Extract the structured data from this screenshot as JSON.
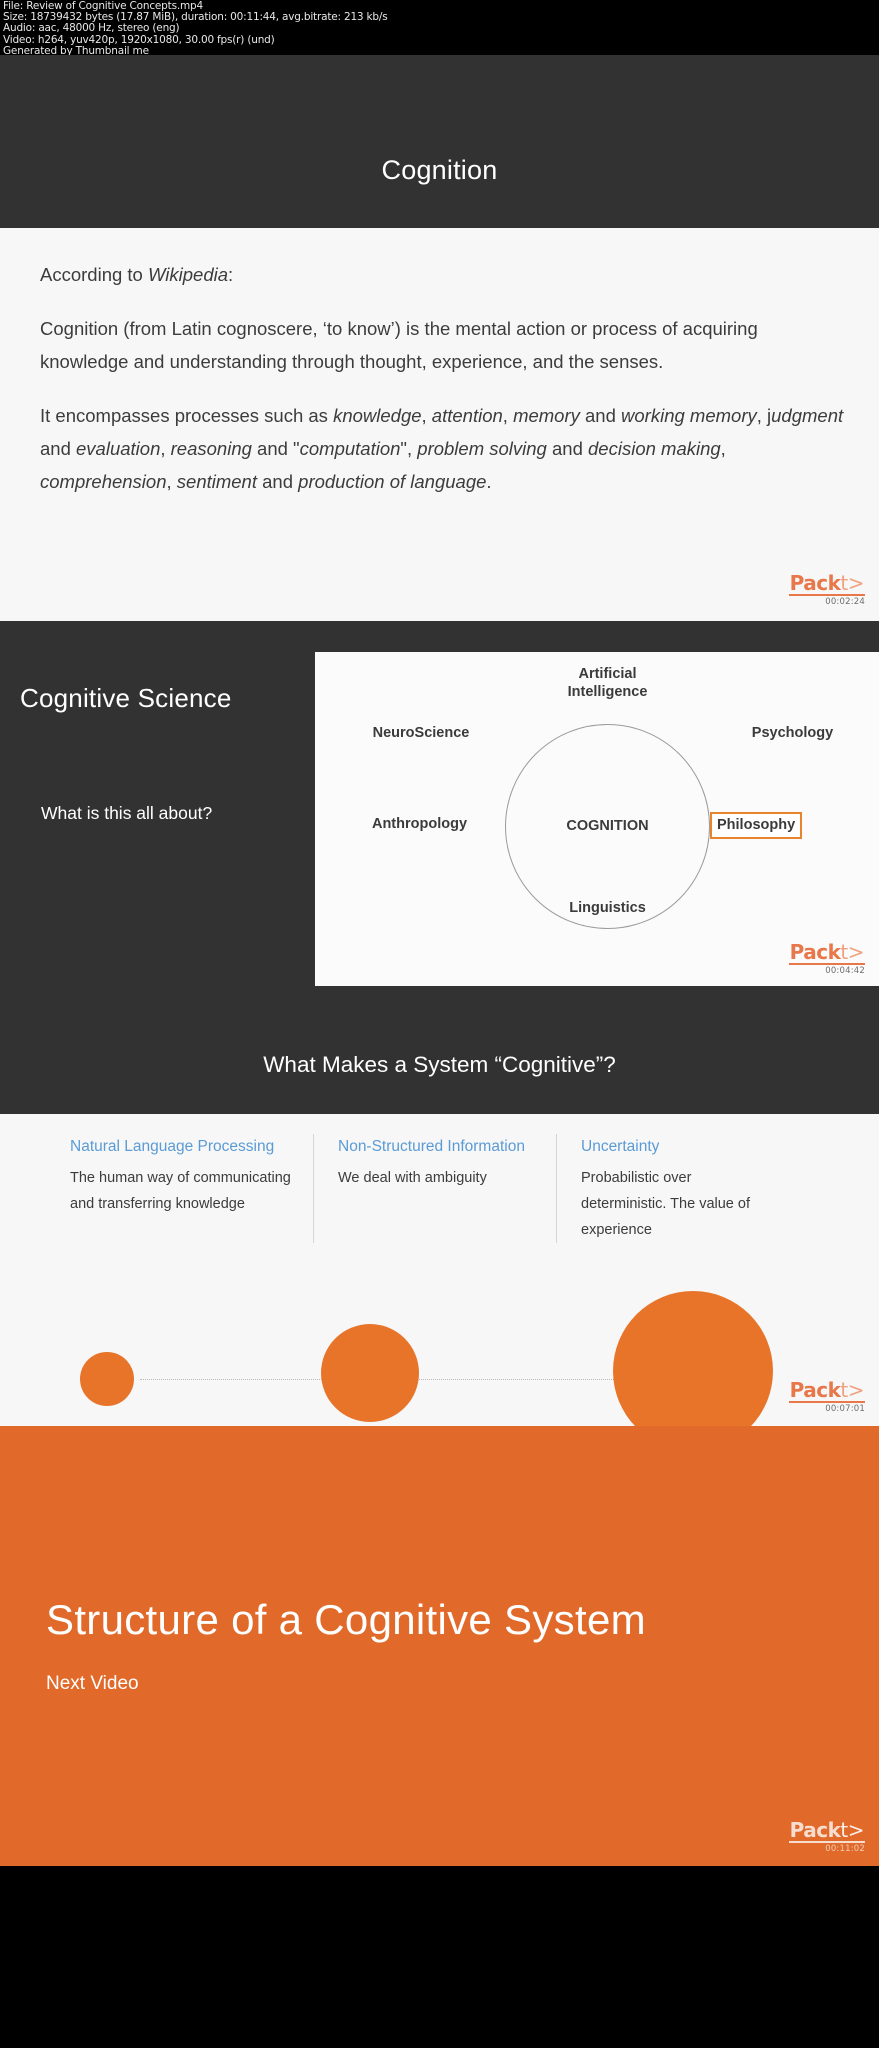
{
  "meta": {
    "lines": [
      "File: Review of Cognitive Concepts.mp4",
      "Size: 18739432 bytes (17.87 MiB), duration: 00:11:44, avg.bitrate: 213 kb/s",
      "Audio: aac, 48000 Hz, stereo (eng)",
      "Video: h264, yuv420p, 1920x1080, 30.00 fps(r) (und)",
      "Generated by Thumbnail me"
    ]
  },
  "brand": {
    "name": "Packt",
    "mark_main": "Pack",
    "mark_tail": "t>",
    "accent": "#e8742a",
    "dark_bg": "#333232",
    "light_bg": "#f7f7f7",
    "blue": "#5b9bd5"
  },
  "slides": [
    {
      "id": "cognition",
      "title": "Cognition",
      "paragraphs": [
        {
          "runs": [
            {
              "t": "According to ",
              "i": false
            },
            {
              "t": "Wikipedia",
              "i": true
            },
            {
              "t": ":",
              "i": false
            }
          ]
        },
        {
          "runs": [
            {
              "t": "Cognition (from Latin cognoscere, ‘to know’) is the mental action or process of acquiring knowledge and understanding through thought, experience, and the senses.",
              "i": false
            }
          ]
        },
        {
          "runs": [
            {
              "t": "It encompasses processes such as ",
              "i": false
            },
            {
              "t": "knowledge",
              "i": true
            },
            {
              "t": ", ",
              "i": false
            },
            {
              "t": "attention",
              "i": true
            },
            {
              "t": ", ",
              "i": false
            },
            {
              "t": "memory",
              "i": true
            },
            {
              "t": " and ",
              "i": false
            },
            {
              "t": "working memory",
              "i": true
            },
            {
              "t": ", j",
              "i": false
            },
            {
              "t": "udgment",
              "i": true
            },
            {
              "t": " and ",
              "i": false
            },
            {
              "t": "evaluation",
              "i": true
            },
            {
              "t": ", ",
              "i": false
            },
            {
              "t": "reasoning",
              "i": true
            },
            {
              "t": " and \"",
              "i": false
            },
            {
              "t": "computation",
              "i": true
            },
            {
              "t": "\", ",
              "i": false
            },
            {
              "t": "problem solving",
              "i": true
            },
            {
              "t": " and ",
              "i": false
            },
            {
              "t": "decision making",
              "i": true
            },
            {
              "t": ", ",
              "i": false
            },
            {
              "t": "comprehension",
              "i": true
            },
            {
              "t": ", ",
              "i": false
            },
            {
              "t": "sentiment",
              "i": true
            },
            {
              "t": " and ",
              "i": false
            },
            {
              "t": "production of language",
              "i": true
            },
            {
              "t": ".",
              "i": false
            }
          ]
        }
      ],
      "timestamp": "00:02:24"
    },
    {
      "id": "cognitive-science",
      "title": "Cognitive Science",
      "subtitle": "What is this all about?",
      "diagram": {
        "center": "COGNITION",
        "nodes": [
          {
            "key": "artificial-intelligence",
            "label": "Artificial\nIntelligence",
            "highlighted": false
          },
          {
            "key": "neuroscience",
            "label": "NeuroScience",
            "highlighted": false
          },
          {
            "key": "psychology",
            "label": "Psychology",
            "highlighted": false
          },
          {
            "key": "anthropology",
            "label": "Anthropology",
            "highlighted": false
          },
          {
            "key": "philosophy",
            "label": "Philosophy",
            "highlighted": true
          },
          {
            "key": "linguistics",
            "label": "Linguistics",
            "highlighted": false
          }
        ]
      },
      "timestamp": "00:04:42"
    },
    {
      "id": "what-makes-cognitive",
      "title": "What Makes a System “Cognitive”?",
      "columns": [
        {
          "heading": "Natural Language Processing",
          "body": "The human way of communicating and transferring knowledge"
        },
        {
          "heading": "Non-Structured Information",
          "body": "We deal with ambiguity"
        },
        {
          "heading": "Uncertainty",
          "body": "Probabilistic over deterministic. The value of experience"
        }
      ],
      "timestamp": "00:07:01"
    },
    {
      "id": "structure-outro",
      "title": "Structure of a Cognitive System",
      "subtitle": "Next Video",
      "timestamp": "00:11:02"
    }
  ]
}
